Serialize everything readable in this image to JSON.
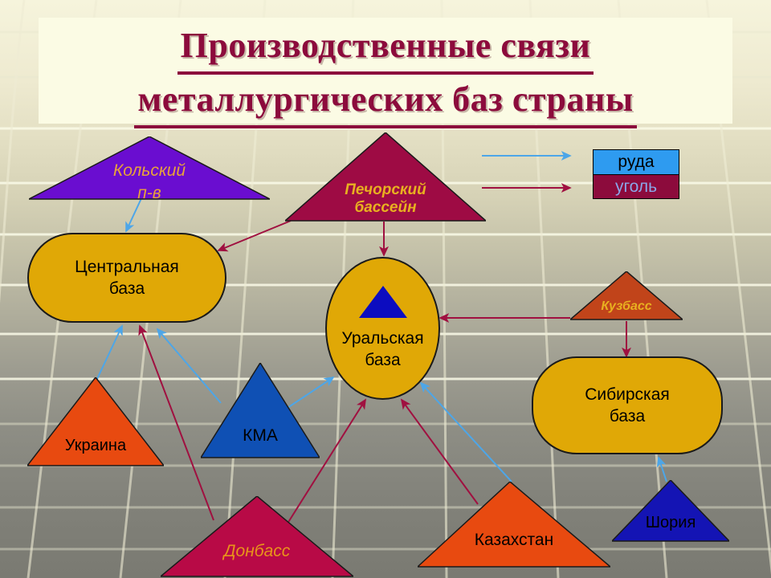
{
  "title": {
    "line1": "Производственные  связи",
    "line2": "металлургических  баз  страны",
    "color": "#8c0b3c"
  },
  "legend": {
    "ore": {
      "label": "руда",
      "swatch_color": "#2e9bf0",
      "text_color": "#000000",
      "arrow_color": "#4da6e8"
    },
    "coal": {
      "label": "уголь",
      "swatch_color": "#8c0b3c",
      "text_color": "#8aa6e8",
      "arrow_color": "#a01040"
    }
  },
  "bases": [
    {
      "id": "central",
      "label_line1": "Центральная",
      "label_line2": "база",
      "shape": "rounded-rect",
      "color": "#e0a806"
    },
    {
      "id": "ural",
      "label_line1": "Уральская",
      "label_line2": "база",
      "shape": "ellipse",
      "color": "#e0a806",
      "marker": "blue-triangle-icon"
    },
    {
      "id": "siberian",
      "label_line1": "Сибирская",
      "label_line2": "база",
      "shape": "rounded-rect",
      "color": "#e0a806"
    }
  ],
  "resources": [
    {
      "id": "kolsky",
      "label_line1": "Кольский",
      "label_line2": "п-в",
      "color": "#6a0dd0",
      "text_color": "#e8a33a",
      "style": "italic"
    },
    {
      "id": "pechora",
      "label_line1": "Печорский",
      "label_line2": "бассейн",
      "color": "#9e0b44",
      "text_color": "#e8b020",
      "style": "bold-italic"
    },
    {
      "id": "kuzbass",
      "label_line1": "Кузбасс",
      "label_line2": "",
      "color": "#c1441a",
      "text_color": "#e8b020",
      "style": "bold-italic"
    },
    {
      "id": "ukraine",
      "label_line1": "Украина",
      "label_line2": "",
      "color": "#e84a10",
      "text_color": "#000000",
      "style": "normal"
    },
    {
      "id": "kma",
      "label_line1": "КМА",
      "label_line2": "",
      "color": "#0f50b4",
      "text_color": "#000000",
      "style": "normal"
    },
    {
      "id": "donbass",
      "label_line1": "Донбасс",
      "label_line2": "",
      "color": "#b80a46",
      "text_color": "#e8941a",
      "style": "italic"
    },
    {
      "id": "kazakhstan",
      "label_line1": "Казахстан",
      "label_line2": "",
      "color": "#e84a10",
      "text_color": "#000000",
      "style": "normal"
    },
    {
      "id": "shoria",
      "label_line1": "Шория",
      "label_line2": "",
      "color": "#1414b4",
      "text_color": "#000000",
      "style": "normal"
    }
  ],
  "connections": [
    {
      "from": "kolsky",
      "to": "central",
      "type": "ore"
    },
    {
      "from": "pechora",
      "to": "central",
      "type": "coal"
    },
    {
      "from": "pechora",
      "to": "ural",
      "type": "coal"
    },
    {
      "from": "ukraine",
      "to": "central",
      "type": "ore"
    },
    {
      "from": "donbass",
      "to": "central",
      "type": "coal"
    },
    {
      "from": "kma",
      "to": "central",
      "type": "ore"
    },
    {
      "from": "kma",
      "to": "ural",
      "type": "ore"
    },
    {
      "from": "donbass",
      "to": "ural",
      "type": "coal"
    },
    {
      "from": "kazakhstan",
      "to": "ural",
      "type": "coal"
    },
    {
      "from": "kazakhstan",
      "to": "ural",
      "type": "ore"
    },
    {
      "from": "kuzbass",
      "to": "ural",
      "type": "coal"
    },
    {
      "from": "kuzbass",
      "to": "siberian",
      "type": "coal"
    },
    {
      "from": "shoria",
      "to": "siberian",
      "type": "ore"
    }
  ]
}
